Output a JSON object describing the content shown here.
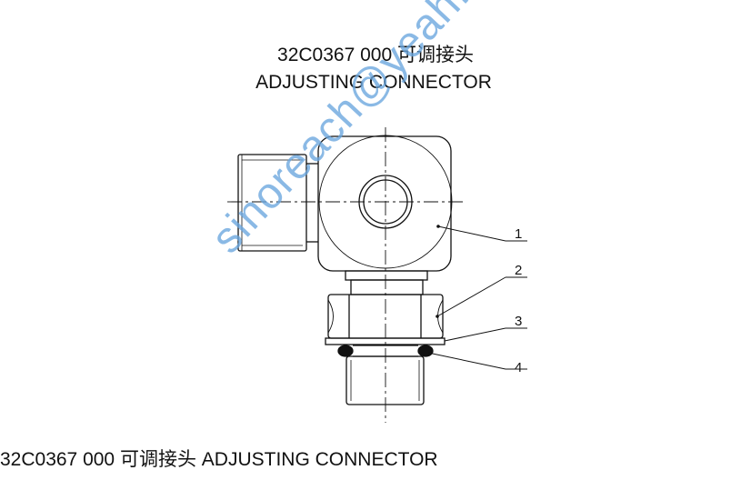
{
  "title": {
    "line1": "32C0367 000  可调接头",
    "line2": "ADJUSTING CONNECTOR"
  },
  "callouts": [
    "1",
    "2",
    "3",
    "4"
  ],
  "caption": "32C0367 000  可调接头  ADJUSTING CONNECTOR",
  "watermark": "sinoreach@yeah.net",
  "colors": {
    "line": "#111111",
    "watermark": "#6aa6de"
  }
}
